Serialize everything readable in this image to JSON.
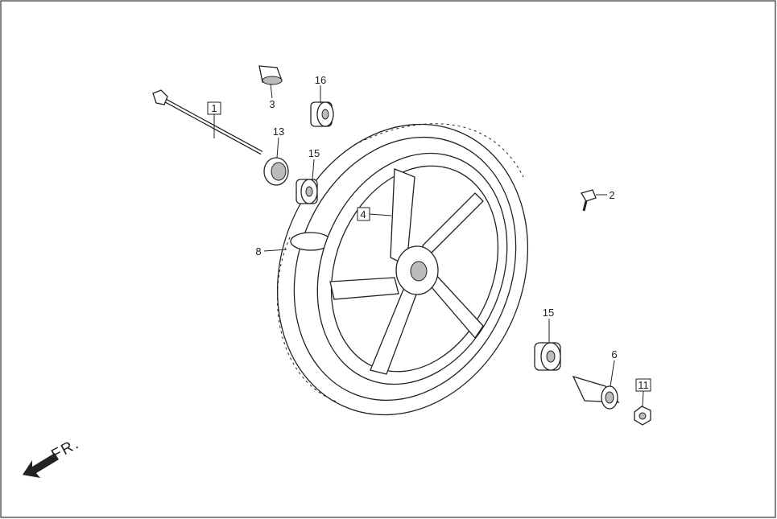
{
  "callouts": {
    "p1": "1",
    "p2": "2",
    "p3": "3",
    "p4": "4",
    "p6": "6",
    "p8": "8",
    "p11": "11",
    "p13": "13",
    "p15a": "15",
    "p15b": "15",
    "p16": "16"
  },
  "direction": {
    "label": "FR.",
    "icon": "arrow-down-left-icon"
  },
  "colors": {
    "line": "#222222",
    "background": "#ffffff"
  }
}
